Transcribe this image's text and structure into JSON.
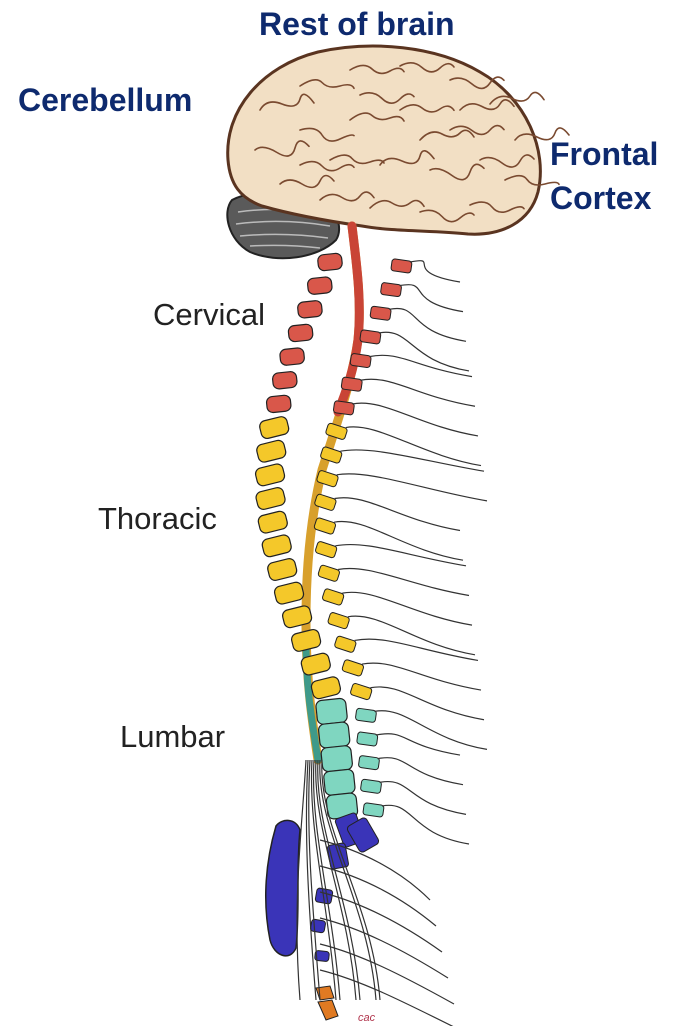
{
  "labels": {
    "rest_of_brain": "Rest of brain",
    "cerebellum": "Cerebellum",
    "frontal_cortex_line1": "Frontal",
    "frontal_cortex_line2": "Cortex",
    "cervical": "Cervical",
    "thoracic": "Thoracic",
    "lumbar": "Lumbar"
  },
  "signature": "cac",
  "colors": {
    "label_blue": "#0e2a6e",
    "label_dark": "#222222",
    "brain": "#f2dfc4",
    "brain_line": "#7a4a30",
    "cerebellum": "#555555",
    "cervical": "#d9574a",
    "thoracic": "#f4c82a",
    "lumbar": "#7fd6c0",
    "sacral": "#3a34b8",
    "coccyx": "#e07a22",
    "cord": "#d8a02c",
    "nerve": "#333333"
  },
  "regions": {
    "cervical": {
      "count": 7,
      "color_key": "cervical"
    },
    "thoracic": {
      "count": 12,
      "color_key": "thoracic"
    },
    "lumbar": {
      "count": 5,
      "color_key": "lumbar"
    },
    "sacral": {
      "count": 5,
      "color_key": "sacral"
    },
    "coccyx": {
      "count": 1,
      "color_key": "coccyx"
    }
  }
}
